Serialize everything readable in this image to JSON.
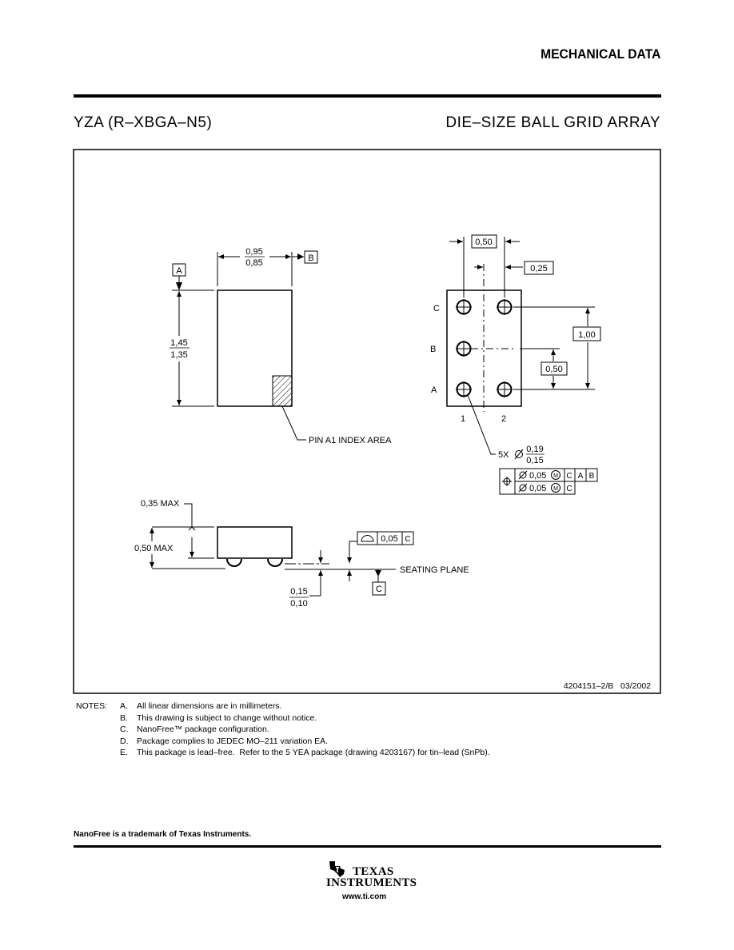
{
  "header": {
    "title": "MECHANICAL DATA"
  },
  "package": {
    "id": "YZA (R–XBGA–N5)",
    "type": "DIE–SIZE BALL GRID ARRAY"
  },
  "drawing": {
    "width_upper": "0,95",
    "width_lower": "0,85",
    "height_upper": "1,45",
    "height_lower": "1,35",
    "datum_a": "A",
    "datum_b": "B",
    "datum_c": "C",
    "pin_index_label": "PIN A1 INDEX AREA",
    "pitch_x": "0,50",
    "offset_x": "0,25",
    "pitch_y": "1,00",
    "offset_y": "0,50",
    "row_labels": [
      "C",
      "B",
      "A"
    ],
    "col_labels": [
      "1",
      "2"
    ],
    "ball_count": "5X",
    "ball_dia_upper": "0,19",
    "ball_dia_lower": "0,15",
    "tol_value": "0,05",
    "tol_modifier": "M",
    "max_height_1": "0,35 MAX",
    "max_height_2": "0,50 MAX",
    "flatness": "0,05",
    "seating_plane": "SEATING PLANE",
    "standoff_upper": "0,15",
    "standoff_lower": "0,10",
    "drawing_no": "4204151–2/B   03/2002"
  },
  "notes": {
    "heading": "NOTES:",
    "items": [
      {
        "letter": "A.",
        "text": "All linear dimensions are in millimeters."
      },
      {
        "letter": "B.",
        "text": "This drawing is subject to change without notice."
      },
      {
        "letter": "C.",
        "text": "NanoFree™ package configuration."
      },
      {
        "letter": "D.",
        "text": "Package complies to JEDEC MO–211 variation EA."
      },
      {
        "letter": "E.",
        "text": "This package is lead–free.  Refer to the 5 YEA package (drawing 4203167) for tin–lead (SnPb)."
      }
    ]
  },
  "trademark": "NanoFree is a trademark of Texas Instruments.",
  "footer": {
    "logo_line1": "TEXAS",
    "logo_line2": "INSTRUMENTS",
    "url": "www.ti.com",
    "logo_icon": "texas-state-icon"
  }
}
